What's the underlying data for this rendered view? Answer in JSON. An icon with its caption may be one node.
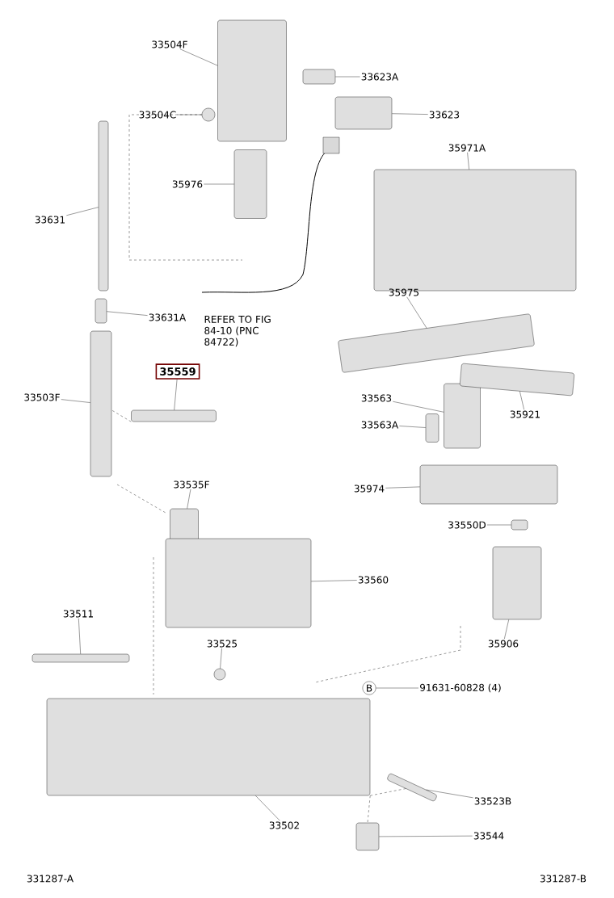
{
  "diagram": {
    "nodes": [
      {
        "text": [
          "33504F"
        ]
      },
      {
        "text": [],
        "shape": "box"
      },
      {
        "text": [
          "33623A"
        ]
      },
      {
        "text": [],
        "shape": "box"
      },
      {
        "text": [
          "33504C"
        ]
      },
      {
        "text": [],
        "shape": "circle"
      },
      {
        "text": [
          "33623"
        ]
      },
      {
        "text": [],
        "shape": "box"
      },
      {
        "text": [
          "35971A"
        ]
      },
      {
        "text": [],
        "shape": "box"
      },
      {
        "text": [
          "35976"
        ]
      },
      {
        "text": [],
        "shape": "box"
      },
      {
        "text": [
          "33631"
        ]
      },
      {
        "text": [],
        "shape": "box"
      },
      {
        "text": [
          "33631A"
        ]
      },
      {
        "text": [],
        "shape": "box"
      },
      {
        "text": [
          "35975"
        ]
      },
      {
        "text": [],
        "shape": "box"
      },
      {
        "text": [
          "35559"
        ]
      },
      {
        "text": [],
        "shape": "box"
      },
      {
        "text": [
          "33503F"
        ]
      },
      {
        "text": [],
        "shape": "box"
      },
      {
        "text": [
          "33563"
        ]
      },
      {
        "text": [],
        "shape": "box"
      },
      {
        "text": [
          "35921"
        ]
      },
      {
        "text": [],
        "shape": "box"
      },
      {
        "text": [
          "33563A"
        ]
      },
      {
        "text": [],
        "shape": "box"
      },
      {
        "text": [
          "35974"
        ]
      },
      {
        "text": [],
        "shape": "box"
      },
      {
        "text": [
          "33535F"
        ]
      },
      {
        "text": [],
        "shape": "box"
      },
      {
        "text": [
          "33550D"
        ]
      },
      {
        "text": [],
        "shape": "box"
      },
      {
        "text": [
          "33560"
        ]
      },
      {
        "text": [],
        "shape": "box"
      },
      {
        "text": [
          "33511"
        ]
      },
      {
        "text": [],
        "shape": "box"
      },
      {
        "text": [
          "35906"
        ]
      },
      {
        "text": [],
        "shape": "box"
      },
      {
        "text": [
          "33525"
        ]
      },
      {
        "text": [],
        "shape": "circle"
      },
      {
        "text": [
          "B"
        ]
      },
      {
        "text": [
          "91631-60828 (4)"
        ]
      },
      {
        "text": [
          "33523B"
        ]
      },
      {
        "text": [],
        "shape": "box"
      },
      {
        "text": [
          "33502"
        ]
      },
      {
        "text": [],
        "shape": "box"
      },
      {
        "text": [
          "33544"
        ]
      },
      {
        "text": [],
        "shape": "box"
      }
    ],
    "edges": [
      {
        "from": 0,
        "to": 1,
        "arrow": "none"
      },
      {
        "from": 2,
        "to": 3,
        "arrow": "none"
      },
      {
        "from": 4,
        "to": 5,
        "arrow": "none"
      },
      {
        "from": 6,
        "to": 7,
        "arrow": "none"
      },
      {
        "from": 8,
        "to": 9,
        "arrow": "none"
      },
      {
        "from": 10,
        "to": 11,
        "arrow": "none"
      },
      {
        "from": 12,
        "to": 13,
        "arrow": "none"
      },
      {
        "from": 14,
        "to": 15,
        "arrow": "none"
      },
      {
        "from": 16,
        "to": 17,
        "arrow": "none"
      },
      {
        "from": 18,
        "to": 19,
        "arrow": "none"
      },
      {
        "from": 20,
        "to": 21,
        "arrow": "none"
      },
      {
        "from": 22,
        "to": 23,
        "arrow": "none"
      },
      {
        "from": 24,
        "to": 25,
        "arrow": "none"
      },
      {
        "from": 26,
        "to": 27,
        "arrow": "none"
      },
      {
        "from": 28,
        "to": 29,
        "arrow": "none"
      },
      {
        "from": 30,
        "to": 31,
        "arrow": "none"
      },
      {
        "from": 32,
        "to": 33,
        "arrow": "none"
      },
      {
        "from": 34,
        "to": 35,
        "arrow": "none"
      },
      {
        "from": 36,
        "to": 37,
        "arrow": "none"
      },
      {
        "from": 38,
        "to": 39,
        "arrow": "none"
      },
      {
        "from": 40,
        "to": 41,
        "arrow": "none"
      },
      {
        "from": 42,
        "to": 43,
        "arrow": "none"
      },
      {
        "from": 44,
        "to": 45,
        "arrow": "none"
      },
      {
        "from": 46,
        "to": 47,
        "arrow": "none"
      },
      {
        "from": 48,
        "to": 49,
        "arrow": "none"
      },
      {
        "from": 19,
        "to": 21,
        "arrow": "none",
        "style": "dashed"
      },
      {
        "from": 47,
        "to": 45,
        "arrow": "none",
        "style": "dashed"
      },
      {
        "from": 47,
        "to": 49,
        "arrow": "none",
        "style": "dashed"
      }
    ],
    "labels": [
      "REFER TO FIG 84-10 (PNC 84722)",
      "331287-A",
      "331287-B"
    ]
  }
}
